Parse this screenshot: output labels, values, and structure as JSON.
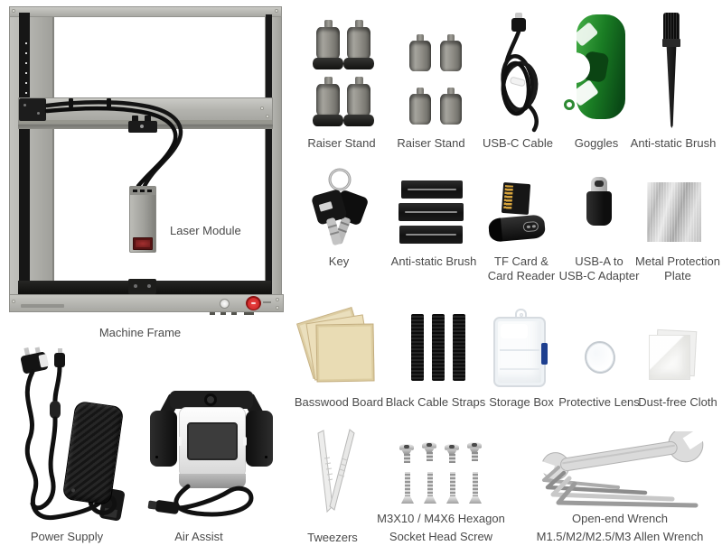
{
  "machine": {
    "frame_label": "Machine Frame",
    "laser_label": "Laser Module"
  },
  "bottom_left": {
    "power_label": "Power Supply",
    "air_label": "Air Assist"
  },
  "row1": {
    "raiser1": "Raiser Stand",
    "raiser2": "Raiser Stand",
    "usbc": "USB-C Cable",
    "goggles": "Goggles",
    "brush": "Anti-static Brush"
  },
  "row2": {
    "key": "Key",
    "brush": "Anti-static Brush",
    "tf_line1": "TF Card &",
    "tf_line2": "Card Reader",
    "adapter_line1": "USB-A to",
    "adapter_line2": "USB-C Adapter",
    "plate_line1": "Metal Protection",
    "plate_line2": "Plate"
  },
  "row3": {
    "basswood": "Basswood Board",
    "straps": "Black Cable Straps",
    "box": "Storage Box",
    "lens": "Protective Lens",
    "cloth": "Dust-free Cloth"
  },
  "row4": {
    "tweezers": "Tweezers",
    "screws_line1": "M3X10 / M4X6 Hexagon",
    "screws_line2": "Socket Head Screw",
    "wrench_line1": "Open-end Wrench",
    "wrench_line2": "M1.5/M2/M2.5/M3 Allen Wrench"
  },
  "colors": {
    "goggles_green": "#1e8c28",
    "estop_red": "#d92b2b",
    "basswood_tan": "#ead9ae",
    "latch_blue": "#1e3f8f",
    "label_gray": "#4a4a4a"
  }
}
